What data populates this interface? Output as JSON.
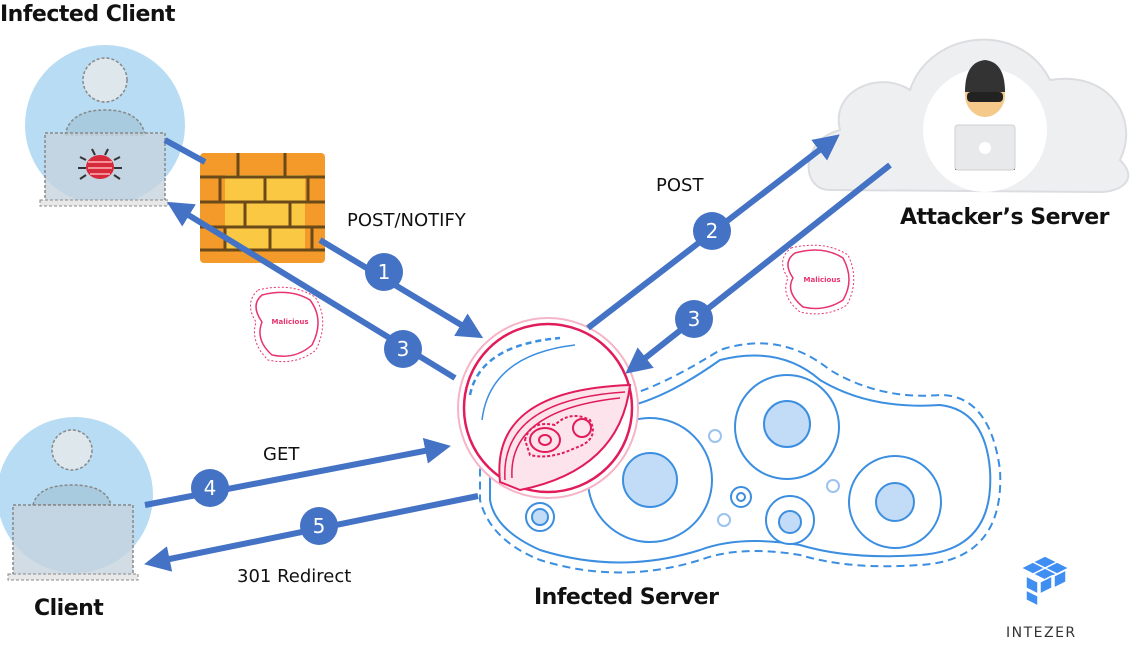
{
  "nodes": {
    "infected_client": {
      "title": "Infected Client"
    },
    "attacker_server": {
      "title": "Attacker’s Server"
    },
    "client": {
      "title": "Client"
    },
    "infected_server": {
      "title": "Infected Server"
    }
  },
  "flows": [
    {
      "step": "1",
      "label": "POST/NOTIFY",
      "from": "infected_client",
      "to": "infected_server"
    },
    {
      "step": "2",
      "label": "POST",
      "from": "infected_server",
      "to": "attacker_server"
    },
    {
      "step": "3",
      "label": "",
      "from": "attacker_server",
      "to": "infected_server"
    },
    {
      "step": "3",
      "label": "",
      "from": "infected_server",
      "to": "infected_client"
    },
    {
      "step": "4",
      "label": "GET",
      "from": "client",
      "to": "infected_server"
    },
    {
      "step": "5",
      "label": "301 Redirect",
      "from": "infected_server",
      "to": "client"
    }
  ],
  "badges": {
    "malicious": "Malicious"
  },
  "brand": {
    "name": "INTEZER"
  },
  "colors": {
    "arrow": "#4472c4",
    "malicious": "#e8336d",
    "server_blue": "#3b8ee0",
    "firewall": "#f39a2b"
  }
}
